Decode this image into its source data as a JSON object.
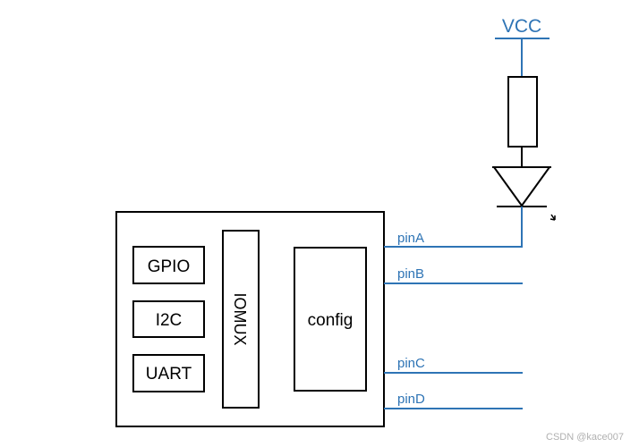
{
  "power": {
    "label": "VCC"
  },
  "blocks": {
    "gpio": "GPIO",
    "i2c": "I2C",
    "uart": "UART",
    "iomux": "IOMUX",
    "config": "config"
  },
  "pins": [
    "pinA",
    "pinB",
    "pinC",
    "pinD"
  ],
  "watermark": "CSDN @kace007",
  "colors": {
    "wire": "#2e74b5",
    "outline": "#000000",
    "watermark": "#b0b0b0"
  }
}
